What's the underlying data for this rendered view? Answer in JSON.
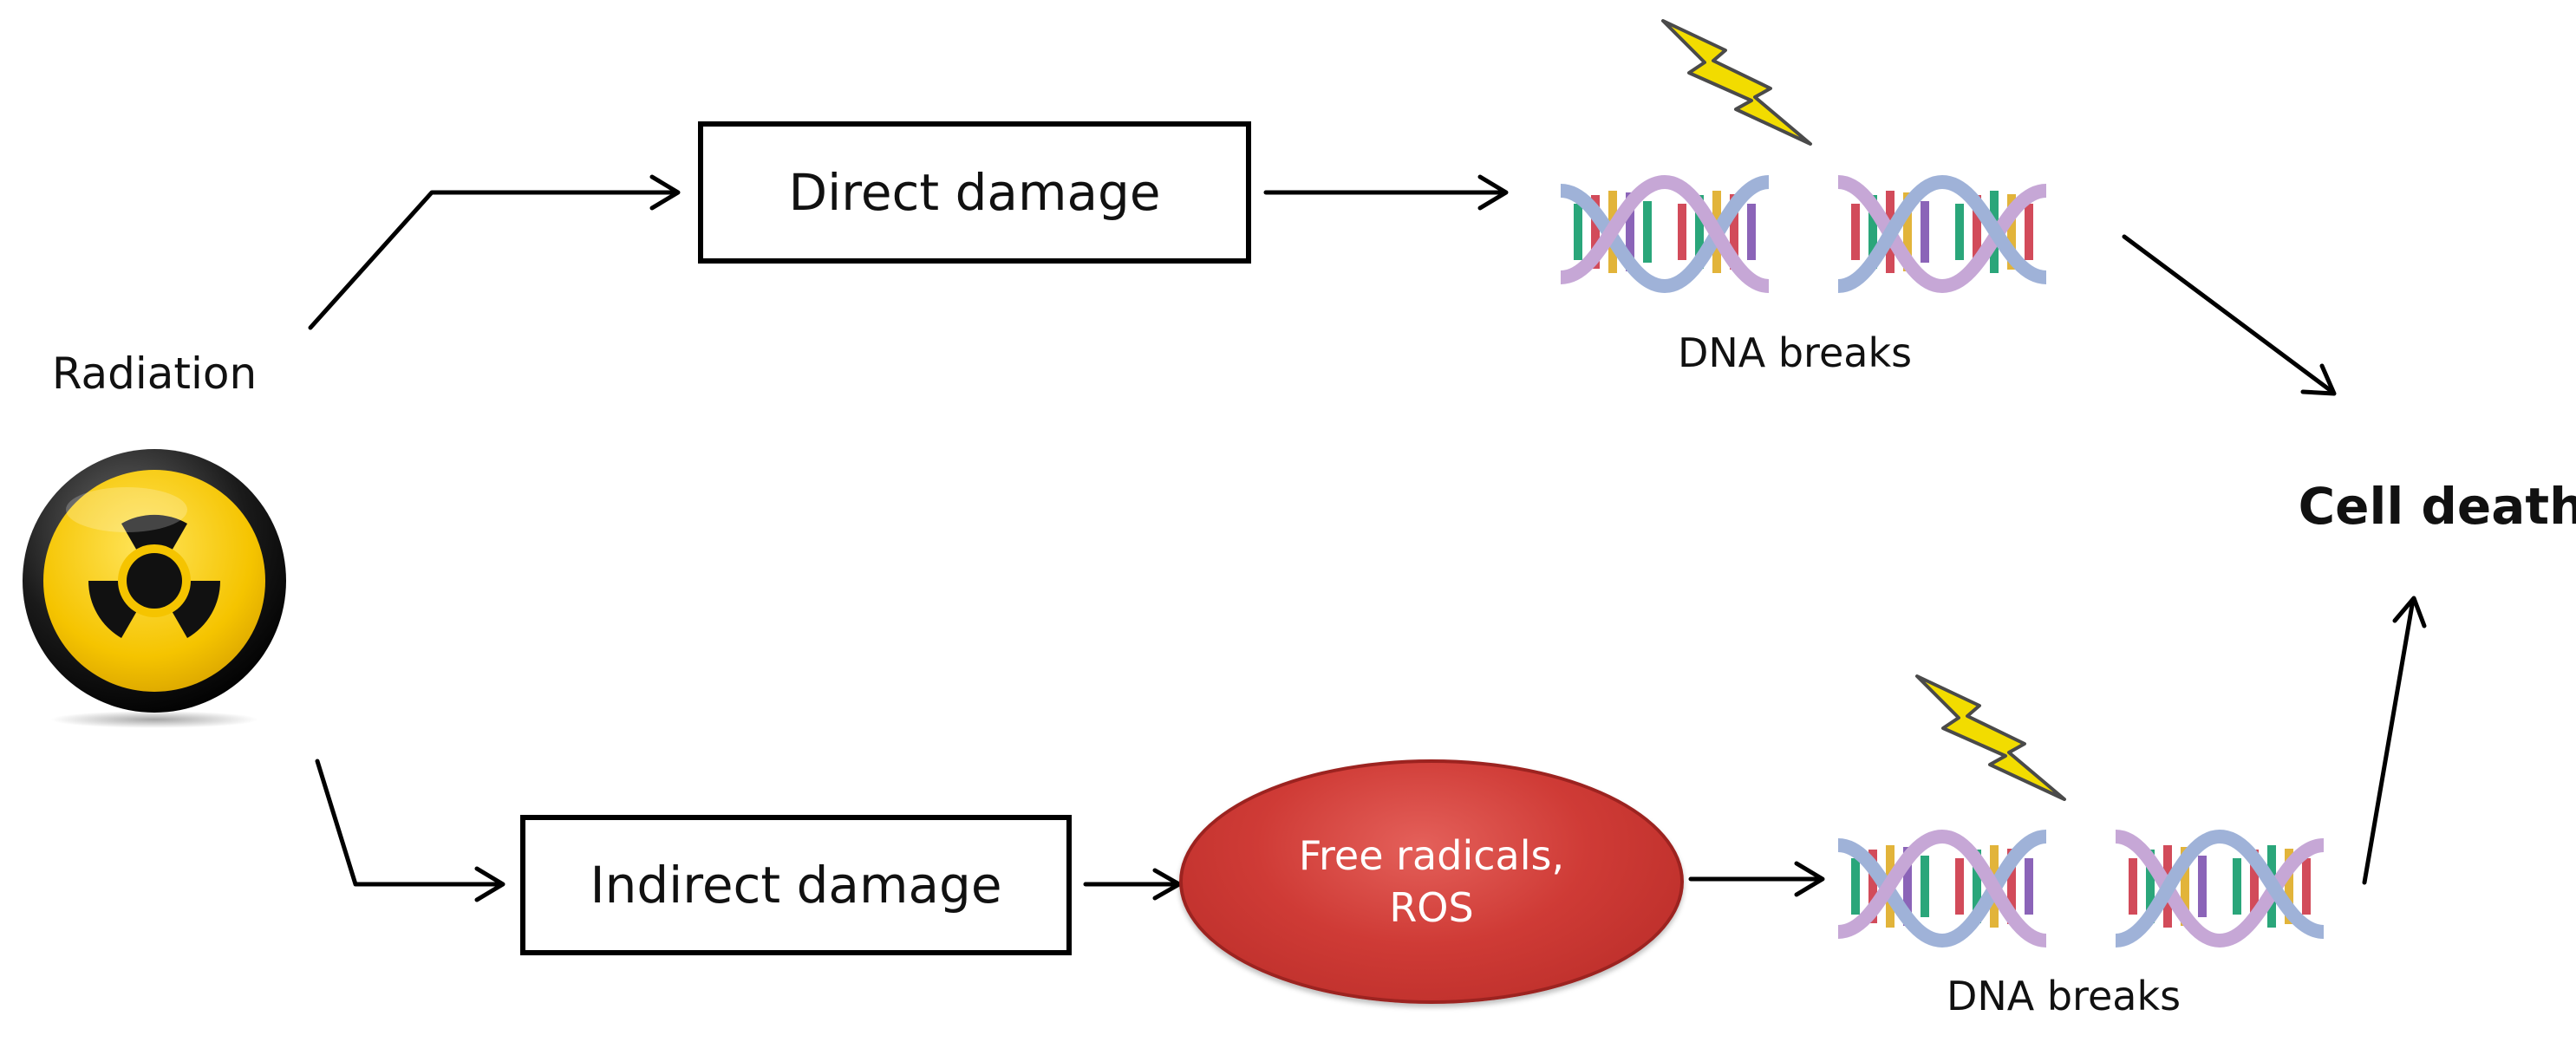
{
  "source_label": "Radiation",
  "direct_box": "Direct damage",
  "indirect_box": "Indirect damage",
  "ros_line1": "Free radicals,",
  "ros_line2": "ROS",
  "dna_top_caption": "DNA breaks",
  "dna_bottom_caption": "DNA breaks",
  "outcome_label": "Cell death",
  "colors": {
    "hazard_yellow": "#f5c400",
    "hazard_black": "#111111",
    "ros_red": "#cf3b36",
    "lightning": "#f2dc00",
    "dna_strand": "#9fb2d8"
  },
  "icons": [
    "radiation-hazard-icon",
    "lightning-bolt-icon",
    "dna-helix-icon"
  ]
}
